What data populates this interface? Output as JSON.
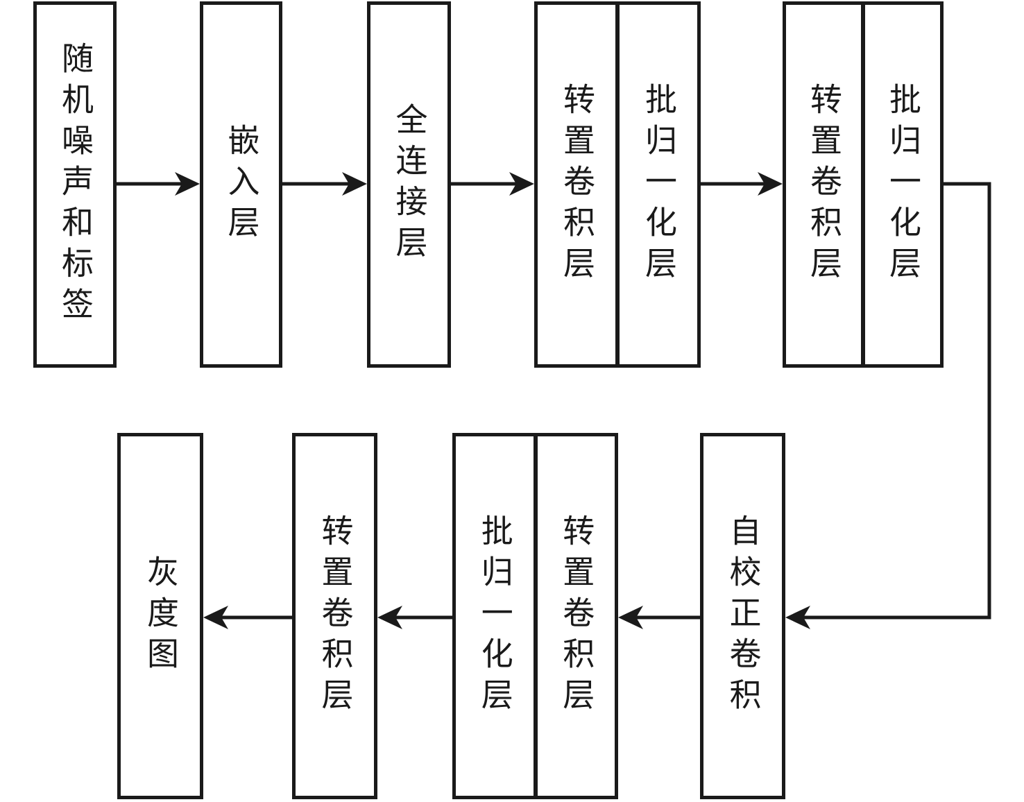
{
  "diagram": {
    "labels": {
      "input": "随机噪声和标签",
      "embedding": "嵌入层",
      "fc": "全连接层",
      "tconv1": "转置卷积层",
      "bn1": "批归一化层",
      "tconv2": "转置卷积层",
      "bn2": "批归一化层",
      "self_cal": "自校正卷积",
      "bn3": "批归一化层",
      "tconv3": "转置卷积层",
      "tconv4": "转置卷积层",
      "output": "灰度图"
    },
    "colors": {
      "line": "#1a1a1a",
      "background": "#ffffff"
    }
  }
}
